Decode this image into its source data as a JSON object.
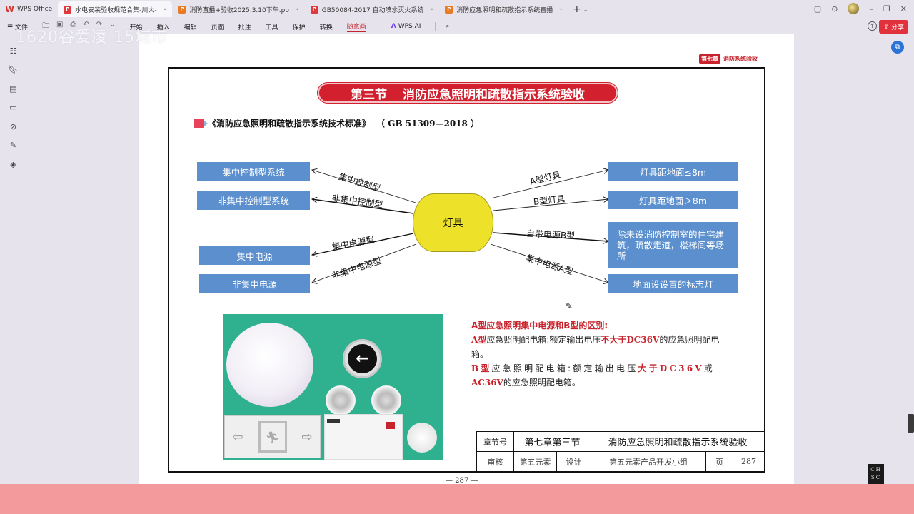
{
  "tabs": [
    {
      "label": "WPS Office",
      "icon": "wps-logo-icon",
      "active": false
    },
    {
      "label": "水电安装验收规范合集-川大-",
      "icon": "pdf-icon",
      "active": true
    },
    {
      "label": "消防直播+验收2025.3.10下午.pp",
      "icon": "ppt-icon",
      "active": false
    },
    {
      "label": "GB50084-2017 自动喷水灭火系统",
      "icon": "pdf-icon",
      "active": false
    },
    {
      "label": "消防应急照明和疏散指示系统直播",
      "icon": "ppt-icon",
      "active": false
    }
  ],
  "new_tab": "+",
  "menu": {
    "file": "文件",
    "items": [
      "开始",
      "插入",
      "编辑",
      "页面",
      "批注",
      "工具",
      "保护",
      "转换",
      "随意画"
    ],
    "active": "随意画",
    "wps_ai": "WPS AI",
    "share": "分享"
  },
  "watermark": "1620谷爱凌 15城市",
  "left_rail_icons": [
    "outline-icon",
    "bookmark-icon",
    "thumbnail-icon",
    "comment-icon",
    "attachment-icon",
    "signature-icon",
    "layers-icon"
  ],
  "page": {
    "chapter_badge": "第七章",
    "chapter_title": "消防系统验收",
    "section_no": "第三节",
    "section_title": "消防应急照明和疏散指示系统验收",
    "standard_name": "《消防应急照明和疏散指示系统技术标准》",
    "standard_code": "（ GB  51309—2018 ）",
    "diagram": {
      "center": "灯具",
      "left_boxes": [
        "集中控制型系统",
        "非集中控制型系统",
        "集中电源",
        "非集中电源"
      ],
      "left_edges": [
        "集中控制型",
        "非集中控制型",
        "集中电源型",
        "非集中电源型"
      ],
      "right_boxes": [
        "灯具距地面≤8m",
        "灯具距地面＞8m",
        "除未设消防控制室的住宅建筑，疏散走道，楼梯间等场所",
        "地面设设置的标志灯"
      ],
      "right_edges": [
        "A型灯具",
        "B型灯具",
        "自带电源B型",
        "集中电源A型"
      ]
    },
    "note": {
      "heading": "A型应急照明集中电源和B型的区别:",
      "a_type_label": "A型",
      "a_text1": "应急照明配电箱:额定输出电压",
      "a_highlight": "不大于DC36V",
      "a_text2": "的应急照明配电箱。",
      "b_type_label": "B型",
      "b_text1": "应急照明配电箱:额定输出电压",
      "b_highlight": "大于DC36V",
      "b_text2": "或",
      "b_highlight2": "AC36V",
      "b_text3": "的应急照明配电箱。"
    },
    "footer_table": {
      "row1": [
        "章节号",
        "第七章第三节",
        "消防应急照明和疏散指示系统验收"
      ],
      "row2": [
        "审核",
        "第五元素",
        "设计",
        "第五元素产品开发小组",
        "页",
        "287"
      ]
    },
    "page_number": "— 287 —"
  },
  "ime_indicator": {
    "line1": "CH",
    "line2": "SC"
  },
  "colors": {
    "accent_red": "#c8232c",
    "diagram_blue": "#5b8fcd",
    "center_yellow": "#eee12a",
    "photo_teal": "#2fb08f",
    "bottom_strip": "#f29a9c"
  }
}
